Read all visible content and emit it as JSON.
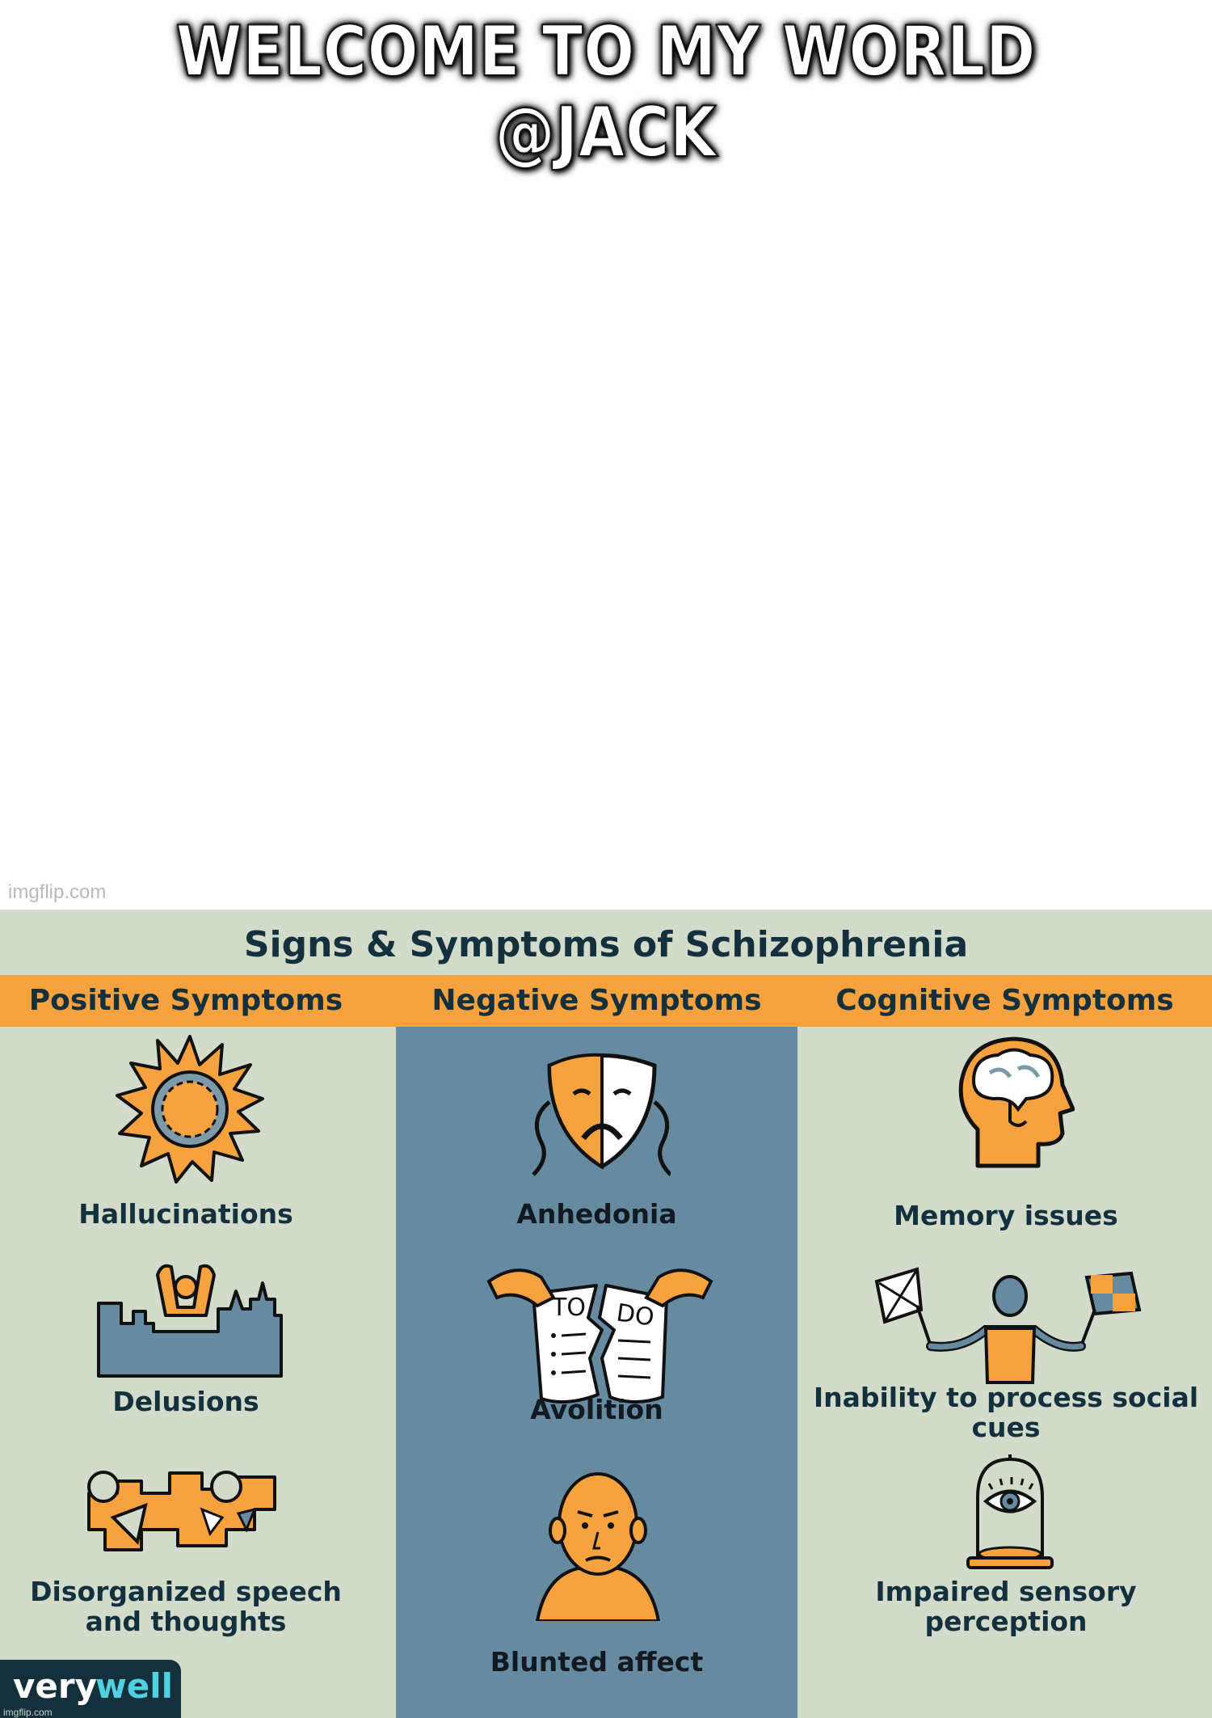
{
  "caption": "WELCOME TO MY WORLD @JACK",
  "watermark": "imgflip.com",
  "infographic": {
    "title": "Signs & Symptoms of Schizophrenia",
    "columns": [
      {
        "heading": "Positive Symptoms",
        "items": [
          "Hallucinations",
          "Delusions",
          "Disorganized speech and thoughts"
        ]
      },
      {
        "heading": "Negative Symptoms",
        "items": [
          "Anhedonia",
          "Avolition",
          "Blunted affect"
        ]
      },
      {
        "heading": "Cognitive Symptoms",
        "items": [
          "Memory issues",
          "Inability to process social cues",
          "Impaired sensory perception"
        ]
      }
    ],
    "todo_text": {
      "left": "TO",
      "right": "DO"
    },
    "logo": {
      "part1": "very",
      "part2": "well"
    },
    "colors": {
      "background": "#d3dccb",
      "band": "#f6a33f",
      "middle_column": "#668ba1",
      "text": "#14303d",
      "logo_accent": "#4fd1e0"
    }
  }
}
